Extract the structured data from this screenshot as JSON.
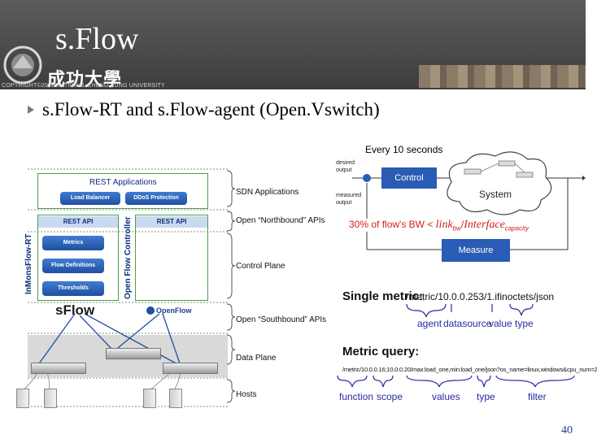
{
  "header": {
    "title": "s.Flow",
    "university_cjk": "成功大學",
    "copyright": "COPYRIGHT©2008 NATIONAL CHENG KUNG UNIVERSITY"
  },
  "slide": {
    "subtitle": "s.Flow-RT and s.Flow-agent (Open.Vswitch)",
    "page_number": "40"
  },
  "left_diagram": {
    "vertical_left": "InMonsFlow-RT",
    "vertical_mid": "Open Flow Controller",
    "rest_applications": "REST Applications",
    "load_balancer": "Load Balancer",
    "ddos_protection": "DDoS Protection",
    "rest_api_left": "REST API",
    "rest_api_right": "REST API",
    "metrics": "Metrics",
    "flow_definitions": "Flow Definitions",
    "thresholds": "Thresholds",
    "sflow_logo": "sFlow",
    "openflow_logo": "OpenFlow",
    "layers": {
      "sdn_applications": "SDN Applications",
      "northbound": "Open “Northbound” APIs",
      "control_plane": "Control Plane",
      "southbound": "Open “Southbound” APIs",
      "data_plane": "Data Plane",
      "hosts": "Hosts"
    }
  },
  "control_loop": {
    "interval": "Every 10 seconds",
    "desired_output": "desired output",
    "measured_output": "measured output",
    "control": "Control",
    "system": "System",
    "measure": "Measure",
    "formula_text": "30% of flow's BW < ",
    "formula_link": "link",
    "formula_link_sub": "bw",
    "formula_slash": "/",
    "formula_iface": "Interface",
    "formula_iface_sub": "capacity"
  },
  "metric": {
    "single_label": "Single metric:",
    "single_path": "/metric/10.0.0.253/1.ifinoctets/json",
    "single_parts": [
      "agent",
      "datasource",
      "value",
      "type"
    ],
    "query_label": "Metric query:",
    "query_path": "/metric/10.0.0.16;10.0.0.20/max:load_one,min:load_one/json?os_name=linux,windows&cpu_num=2",
    "query_parts": [
      "function",
      "scope",
      "values",
      "type",
      "filter"
    ]
  },
  "colors": {
    "header_bg": "#4a4a4a",
    "accent_blue": "#1f4f9f",
    "formula_red": "#d3201f",
    "green_frame": "#4aa04a",
    "annotation_blue": "#2a2aa0"
  }
}
